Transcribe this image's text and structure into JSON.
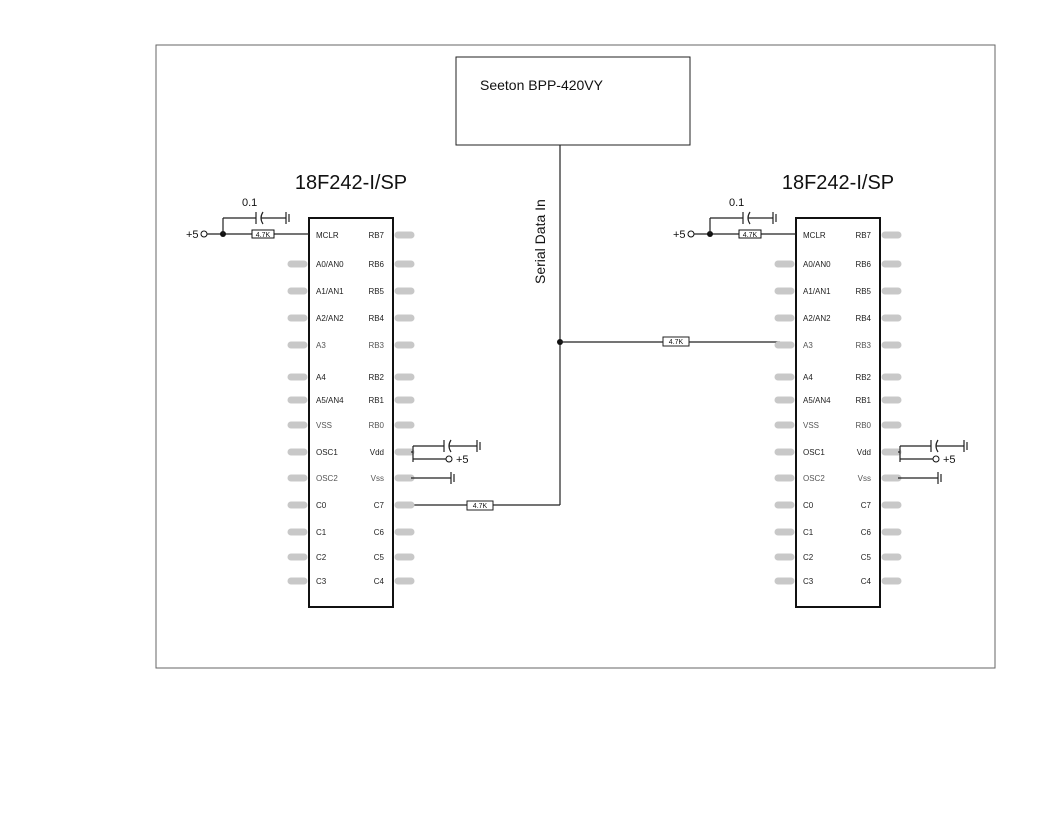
{
  "module": {
    "name": "Seeton BPP-420VY"
  },
  "serial_label": "Serial Data In",
  "chips": [
    {
      "part": "18F242-I/SP"
    },
    {
      "part": "18F242-I/SP"
    }
  ],
  "pins_left": [
    "MCLR",
    "A0/AN0",
    "A1/AN1",
    "A2/AN2",
    "A3",
    "A4",
    "A5/AN4",
    "VSS",
    "OSC1",
    "OSC2",
    "C0",
    "C1",
    "C2",
    "C3"
  ],
  "pins_right": [
    "RB7",
    "RB6",
    "RB5",
    "RB4",
    "RB3",
    "RB2",
    "RB1",
    "RB0",
    "Vdd",
    "Vss",
    "C7",
    "C6",
    "C5",
    "C4"
  ],
  "cap_value": "0.1",
  "supply_label": "+5",
  "resistor_value": "4.7K"
}
